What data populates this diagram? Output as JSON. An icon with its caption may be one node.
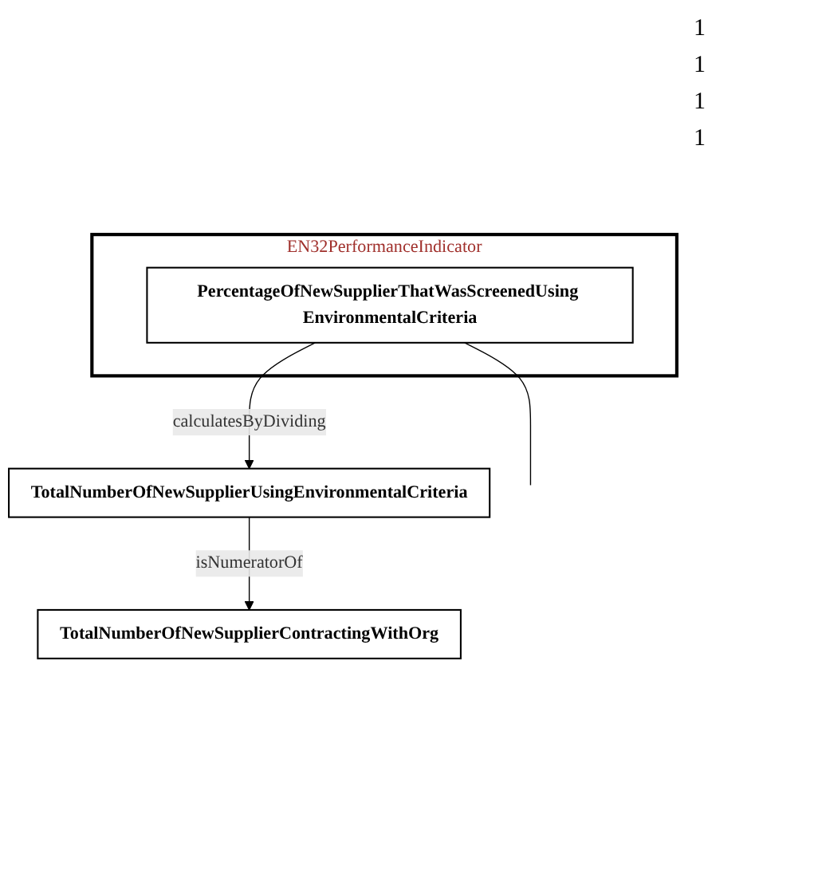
{
  "diagram": {
    "nodes": [
      {
        "text": [
          "EN32PerformanceIndicator"
        ]
      },
      {
        "text": [
          "PercentageOfNewSupplierThatWasScreenedUsing EnvironmentalCriteria"
        ],
        "in": 0
      },
      {
        "text": [
          "TotalNumberOfNewSupplierUsingEnvironmentalCriteria"
        ]
      },
      {
        "text": [
          "TotalNumberOfNewSupplierContractingWithOrg"
        ]
      }
    ],
    "edges": [
      {
        "from": null,
        "to": 1,
        "arrow": "none"
      },
      {
        "from": 1,
        "to": 2,
        "arrow": "to",
        "label": "calculatesByDividing"
      },
      {
        "from": 2,
        "to": 3,
        "arrow": "to",
        "label": "isNumeratorOf"
      }
    ],
    "labels": [
      "1",
      "1",
      "1",
      "1"
    ]
  }
}
